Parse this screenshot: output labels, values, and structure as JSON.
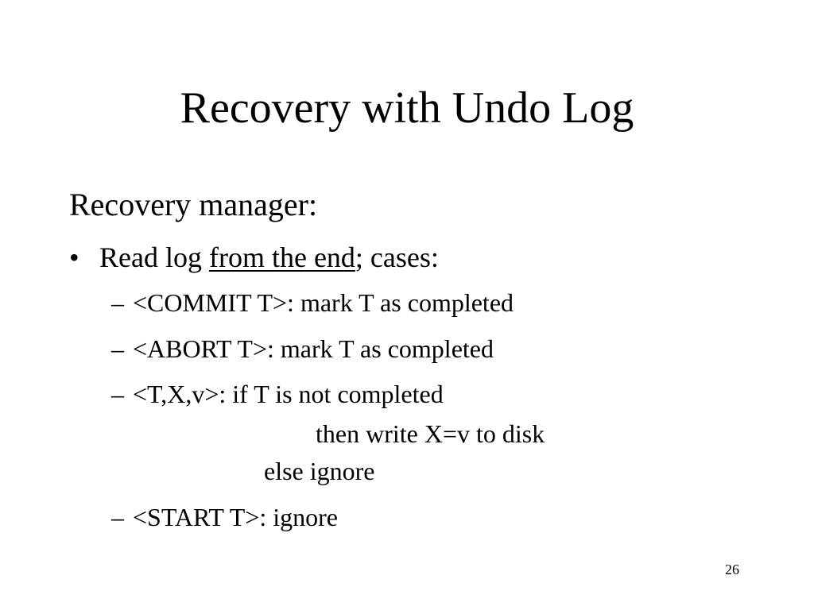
{
  "slide": {
    "title": "Recovery with Undo Log",
    "heading": "Recovery manager:",
    "bullet": {
      "marker": "•",
      "prefix": "Read log ",
      "underlined": "from the end",
      "suffix": "; cases:"
    },
    "cases": [
      {
        "dash": "–",
        "text": "<COMMIT T>:  mark T as completed"
      },
      {
        "dash": "–",
        "text": "<ABORT T>: mark T as completed"
      },
      {
        "dash": "–",
        "text": "<T,X,v>: if T is not completed"
      },
      {
        "text": "then write X=v to disk"
      },
      {
        "text": "else ignore"
      },
      {
        "dash": "–",
        "text": "<START T>: ignore"
      }
    ],
    "page_number": "26"
  }
}
